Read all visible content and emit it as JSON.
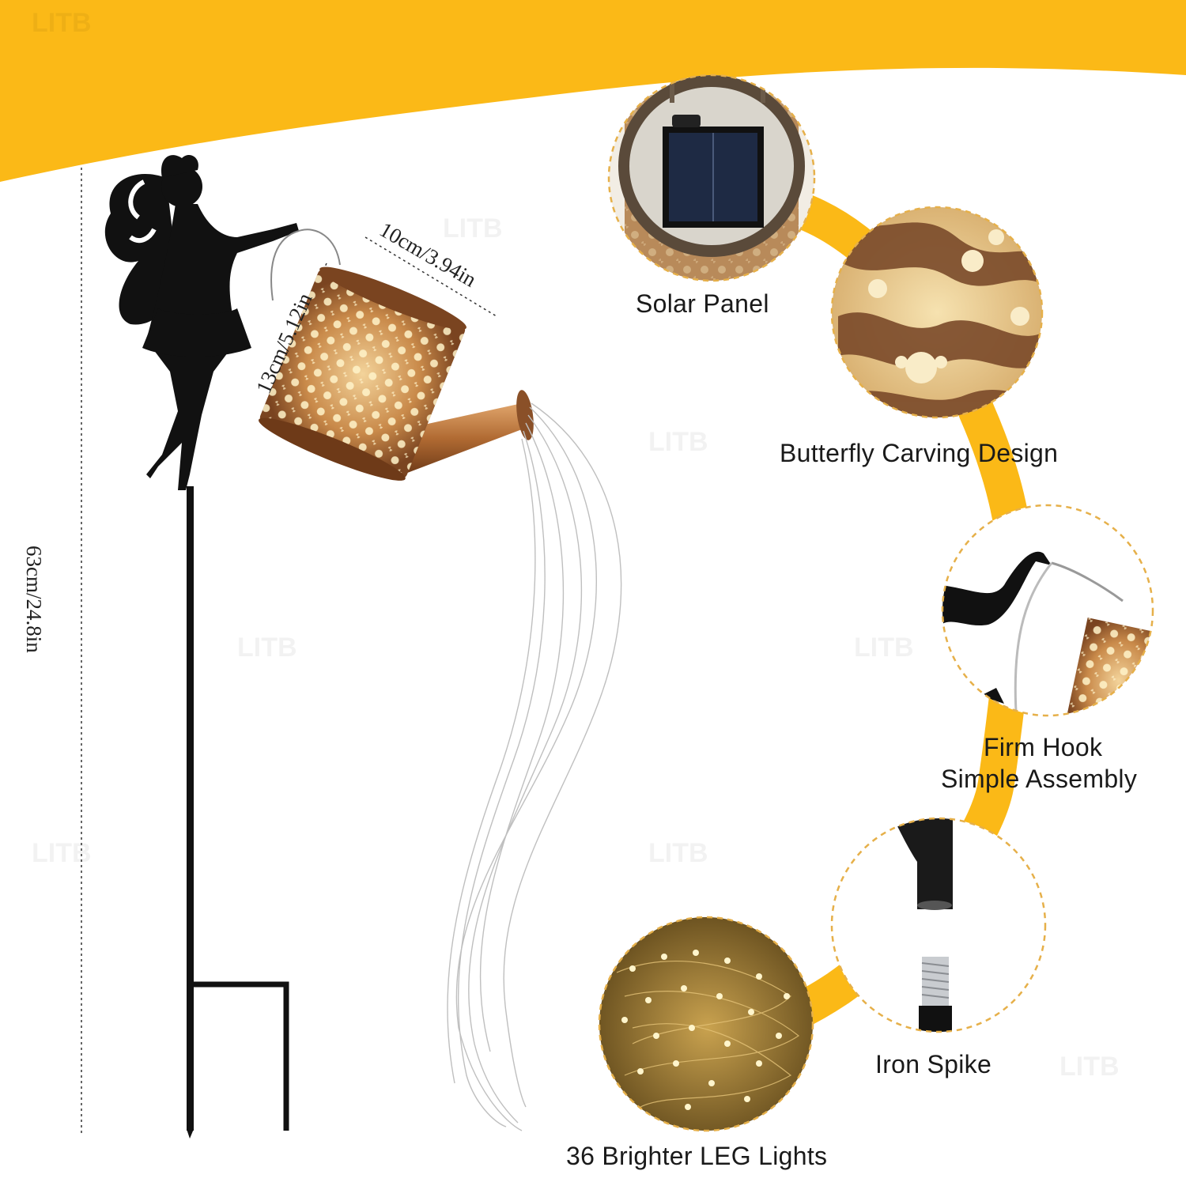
{
  "dimensions": {
    "height": "63cm/24.8in",
    "can_width": "10cm/3.94in",
    "can_height": "13cm/5.12in"
  },
  "features": [
    {
      "id": "solar",
      "label": "Solar Panel"
    },
    {
      "id": "carving",
      "label": "Butterfly Carving Design"
    },
    {
      "id": "hook",
      "label_line1": "Firm Hook",
      "label_line2": "Simple Assembly"
    },
    {
      "id": "spike",
      "label": "Iron Spike"
    },
    {
      "id": "lights",
      "label": "36 Brighter LEG Lights"
    }
  ],
  "watermark_text": "LITB",
  "colors": {
    "accent_yellow": "#fbb917",
    "copper": "#b5733a",
    "silhouette": "#111111"
  },
  "icons": [
    "fairy-silhouette-icon",
    "watering-can-icon",
    "solar-panel-icon",
    "string-lights-icon"
  ]
}
